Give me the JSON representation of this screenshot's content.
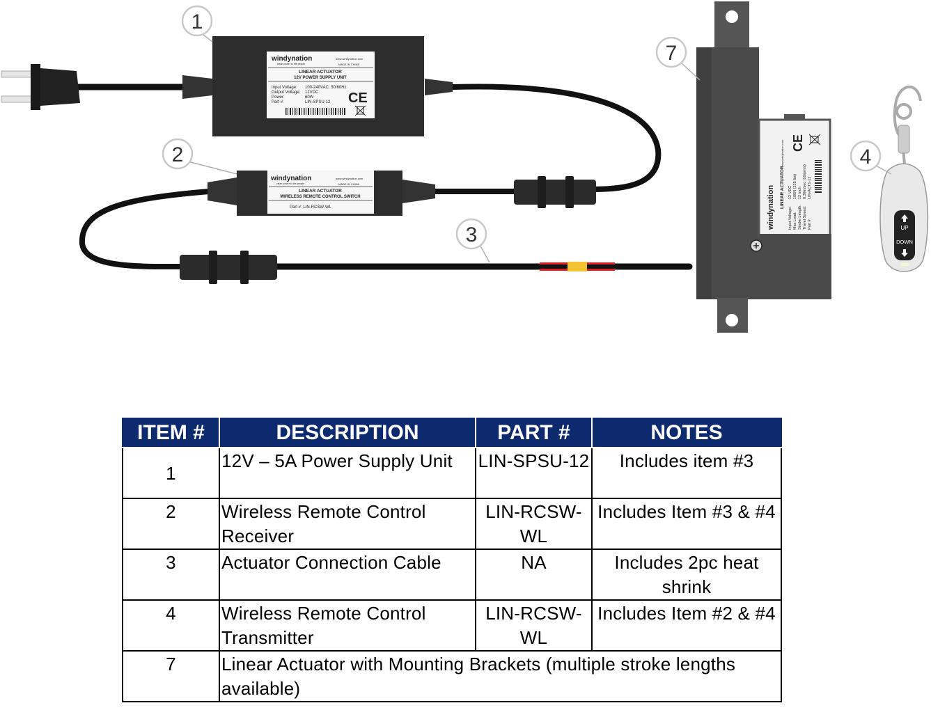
{
  "callouts": [
    "1",
    "2",
    "3",
    "4",
    "7"
  ],
  "psu_label": {
    "brand": "windynation",
    "tagline": "clean power to the people",
    "website": "www.windynation.com",
    "origin": "MADE IN CHINA",
    "title1": "LINEAR ACTUATOR",
    "title2": "12V POWER SUPPLY UNIT",
    "spec_keys": [
      "Input Voltage:",
      "Output Voltage:",
      "Power:",
      "Part #:"
    ],
    "spec_vals": [
      "100-240VAC; 50/60Hz",
      "12VDC",
      "60W",
      "LIN-SPSU-12"
    ],
    "mark": "CE"
  },
  "receiver_label": {
    "brand": "windynation",
    "tagline": "clean power to the people",
    "website": "www.windynation.com",
    "origin": "MADE IN CHINA",
    "title1": "LINEAR ACTUATOR",
    "title2": "WIRELESS REMOTE CONTROL SWITCH",
    "part": "Part #: LIN-RCSW-WL"
  },
  "actuator_label": {
    "brand": "windynation",
    "title": "LINEAR ACTUATOR",
    "website": "www.windynation.com",
    "spec_keys": [
      "Input Voltage:",
      "Max Load:",
      "Stroke Length:",
      "Travel Speed:",
      "Part #:"
    ],
    "spec_vals": [
      "12 VDC",
      "100N (225 lbs)",
      "12 inch",
      "0.39in/sec (10mm/s)",
      "LIN-ACT1-12"
    ],
    "mark": "CE"
  },
  "remote": {
    "up": "UP",
    "down": "DOWN"
  },
  "colors": {
    "header_bg": "#0e2a6e",
    "device_body": "#2d2d2d",
    "actuator_body": "#4a4a4a"
  },
  "table": {
    "headers": [
      "ITEM #",
      "DESCRIPTION",
      "PART #",
      "NOTES"
    ],
    "rows": [
      {
        "item": "1",
        "description": "12V – 5A Power Supply Unit",
        "part": "LIN-SPSU-12",
        "notes": "Includes item #3"
      },
      {
        "item": "2",
        "description": "Wireless Remote Control Receiver",
        "part": "LIN-RCSW-WL",
        "notes": "Includes Item #3 & #4"
      },
      {
        "item": "3",
        "description": "Actuator Connection Cable",
        "part": "NA",
        "notes": "Includes 2pc heat shrink"
      },
      {
        "item": "4",
        "description": "Wireless Remote Control Transmitter",
        "part": "LIN-RCSW-WL",
        "notes": "Includes Item #2 & #4"
      },
      {
        "item": "7",
        "description": "Linear Actuator with Mounting Brackets (multiple stroke lengths available)",
        "part": "",
        "notes": ""
      }
    ]
  }
}
